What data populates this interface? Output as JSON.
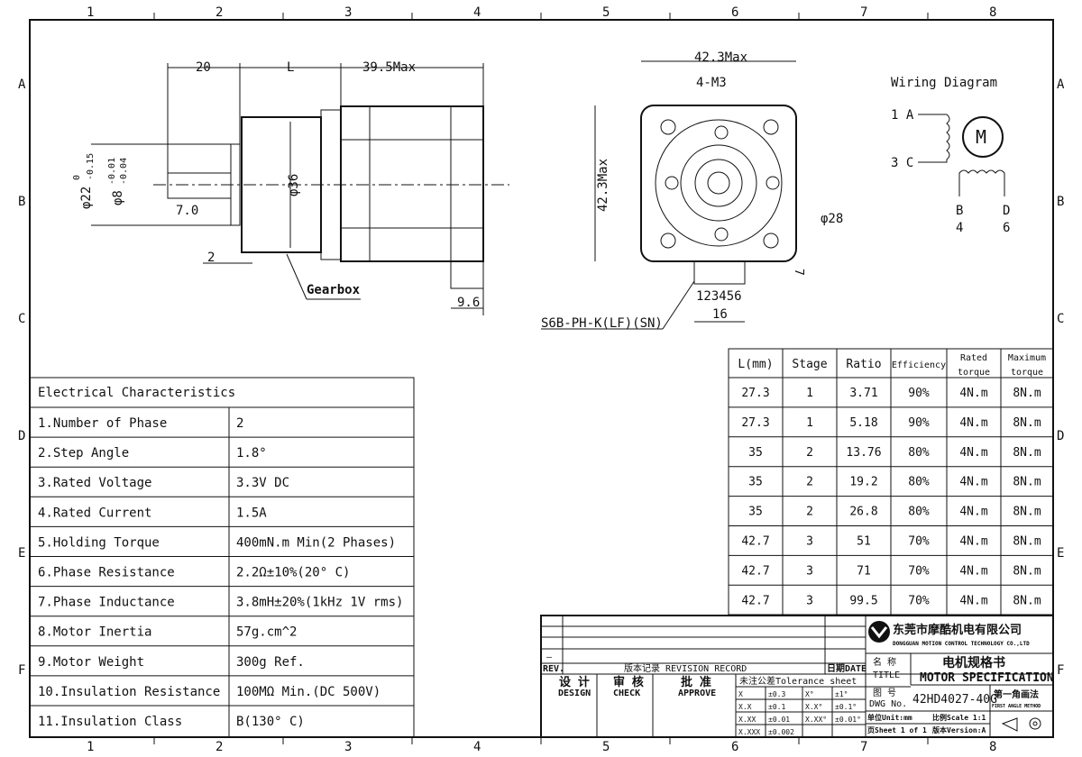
{
  "ruler": {
    "cols": [
      "1",
      "2",
      "3",
      "4",
      "5",
      "6",
      "7",
      "8"
    ],
    "rows": [
      "A",
      "B",
      "C",
      "D",
      "E",
      "F"
    ]
  },
  "side_view": {
    "dim_shaft": "20",
    "dim_L": "L",
    "dim_body": "39.5Max",
    "dia_flange": "φ22",
    "dia_flange_tol_up": "0",
    "dia_flange_tol_lo": "-0.15",
    "dia_shaft": "φ8",
    "dia_shaft_tol_up": "-0.01",
    "dia_shaft_tol_lo": "-0.04",
    "flat": "7.0",
    "dia_gear": "φ36",
    "step": "2",
    "gearbox_label": "Gearbox",
    "connector_depth": "9.6"
  },
  "front_view": {
    "width": "42.3Max",
    "height": "42.3Max",
    "holes": "4-M3",
    "pilot": "φ28",
    "pin_numbers": "123456",
    "connector_width": "16",
    "connector_height": "7",
    "connector_part": "S6B-PH-K(LF)(SN)"
  },
  "wiring": {
    "title": "Wiring Diagram",
    "motor": "M",
    "a": "1 A",
    "c": "3 C",
    "b": "B",
    "b_num": "4",
    "d": "D",
    "d_num": "6"
  },
  "electrical": {
    "title": "Electrical Characteristics",
    "rows": [
      [
        "1.Number of Phase",
        "2"
      ],
      [
        "2.Step Angle",
        "1.8°"
      ],
      [
        "3.Rated Voltage",
        "3.3V DC"
      ],
      [
        "4.Rated Current",
        "1.5A"
      ],
      [
        "5.Holding Torque",
        "400mN.m Min(2 Phases)"
      ],
      [
        "6.Phase Resistance",
        "2.2Ω±10%(20° C)"
      ],
      [
        "7.Phase Inductance",
        "3.8mH±20%(1kHz 1V rms)"
      ],
      [
        "8.Motor Inertia",
        "57g.cm^2"
      ],
      [
        "9.Motor Weight",
        "300g Ref."
      ],
      [
        "10.Insulation Resistance",
        "100MΩ Min.(DC 500V)"
      ],
      [
        "11.Insulation Class",
        "B(130° C)"
      ]
    ]
  },
  "gearbox": {
    "headers": [
      "L(mm)",
      "Stage",
      "Ratio",
      "Efficiency",
      "Rated torque",
      "Maximum torque"
    ],
    "rows": [
      [
        "27.3",
        "1",
        "3.71",
        "90%",
        "4N.m",
        "8N.m"
      ],
      [
        "27.3",
        "1",
        "5.18",
        "90%",
        "4N.m",
        "8N.m"
      ],
      [
        "35",
        "2",
        "13.76",
        "80%",
        "4N.m",
        "8N.m"
      ],
      [
        "35",
        "2",
        "19.2",
        "80%",
        "4N.m",
        "8N.m"
      ],
      [
        "35",
        "2",
        "26.8",
        "80%",
        "4N.m",
        "8N.m"
      ],
      [
        "42.7",
        "3",
        "51",
        "70%",
        "4N.m",
        "8N.m"
      ],
      [
        "42.7",
        "3",
        "71",
        "70%",
        "4N.m",
        "8N.m"
      ],
      [
        "42.7",
        "3",
        "99.5",
        "70%",
        "4N.m",
        "8N.m"
      ]
    ]
  },
  "title_block": {
    "rev_dash": "—",
    "rev": "REV.",
    "revision_record": "版本记录 REVISION RECORD",
    "date": "日期DATE",
    "design_cn": "设 计",
    "design": "DESIGN",
    "check_cn": "审 核",
    "check": "CHECK",
    "approve_cn": "批 准",
    "approve": "APPROVE",
    "tolerance_title": "未注公差Tolerance sheet",
    "tolerances": [
      [
        "X",
        "±0.3",
        "X°",
        "±1°"
      ],
      [
        "X.X",
        "±0.1",
        "X.X°",
        "±0.1°"
      ],
      [
        "X.XX",
        "±0.01",
        "X.XX°",
        "±0.01°"
      ],
      [
        "X.XXX",
        "±0.002",
        "",
        ""
      ]
    ],
    "company_cn": "东莞市摩酷机电有限公司",
    "company_en": "DONGGUAN MOTION CONTROL TECHNOLOGY CO.,LTD",
    "name_cn": "名 称",
    "name": "TITLE",
    "title_cn": "电机规格书",
    "title_en": "MOTOR SPECIFICATION",
    "dwg_cn": "图 号",
    "dwg": "DWG No.",
    "dwg_no": "42HD4027-40G",
    "method_cn": "第一角画法",
    "method": "FIRST ANGLE METHOD",
    "unit": "单位Unit:mm",
    "scale": "比例Scale 1:1",
    "sheet": "页Sheet 1 of 1",
    "version": "版本Version:A"
  }
}
